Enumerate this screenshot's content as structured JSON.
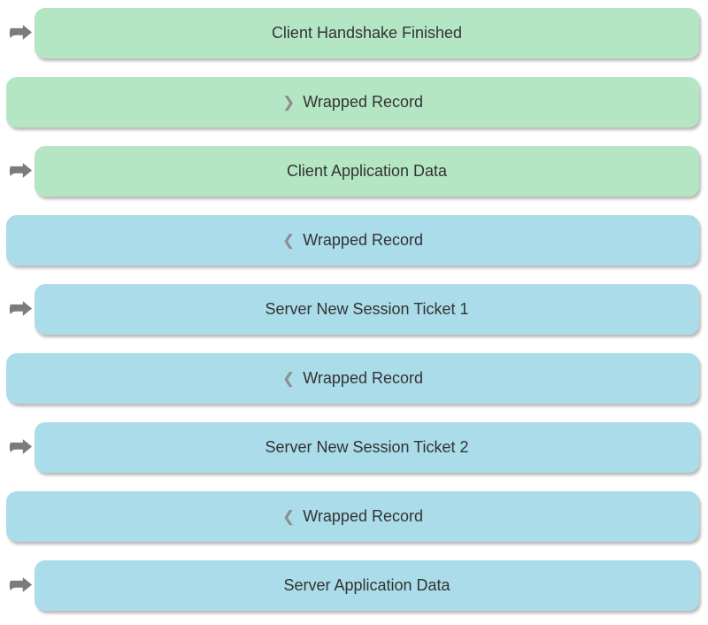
{
  "colors": {
    "page_background": "#ffffff",
    "client_fill": "#b5e6c4",
    "server_fill": "#abdcea",
    "arrow_gray": "#7b7b7b",
    "chevron_gray": "#8d8d8d",
    "text": "#333333"
  },
  "rows": [
    {
      "type": "record",
      "side": "client",
      "label": "Client Handshake Finished"
    },
    {
      "type": "wrapped",
      "side": "client",
      "chevron": "❯",
      "label": "Wrapped Record"
    },
    {
      "type": "record",
      "side": "client",
      "label": "Client Application Data"
    },
    {
      "type": "wrapped",
      "side": "server",
      "chevron": "❮",
      "label": "Wrapped Record"
    },
    {
      "type": "record",
      "side": "server",
      "label": "Server New Session Ticket 1"
    },
    {
      "type": "wrapped",
      "side": "server",
      "chevron": "❮",
      "label": "Wrapped Record"
    },
    {
      "type": "record",
      "side": "server",
      "label": "Server New Session Ticket 2"
    },
    {
      "type": "wrapped",
      "side": "server",
      "chevron": "❮",
      "label": "Wrapped Record"
    },
    {
      "type": "record",
      "side": "server",
      "label": "Server Application Data"
    }
  ]
}
